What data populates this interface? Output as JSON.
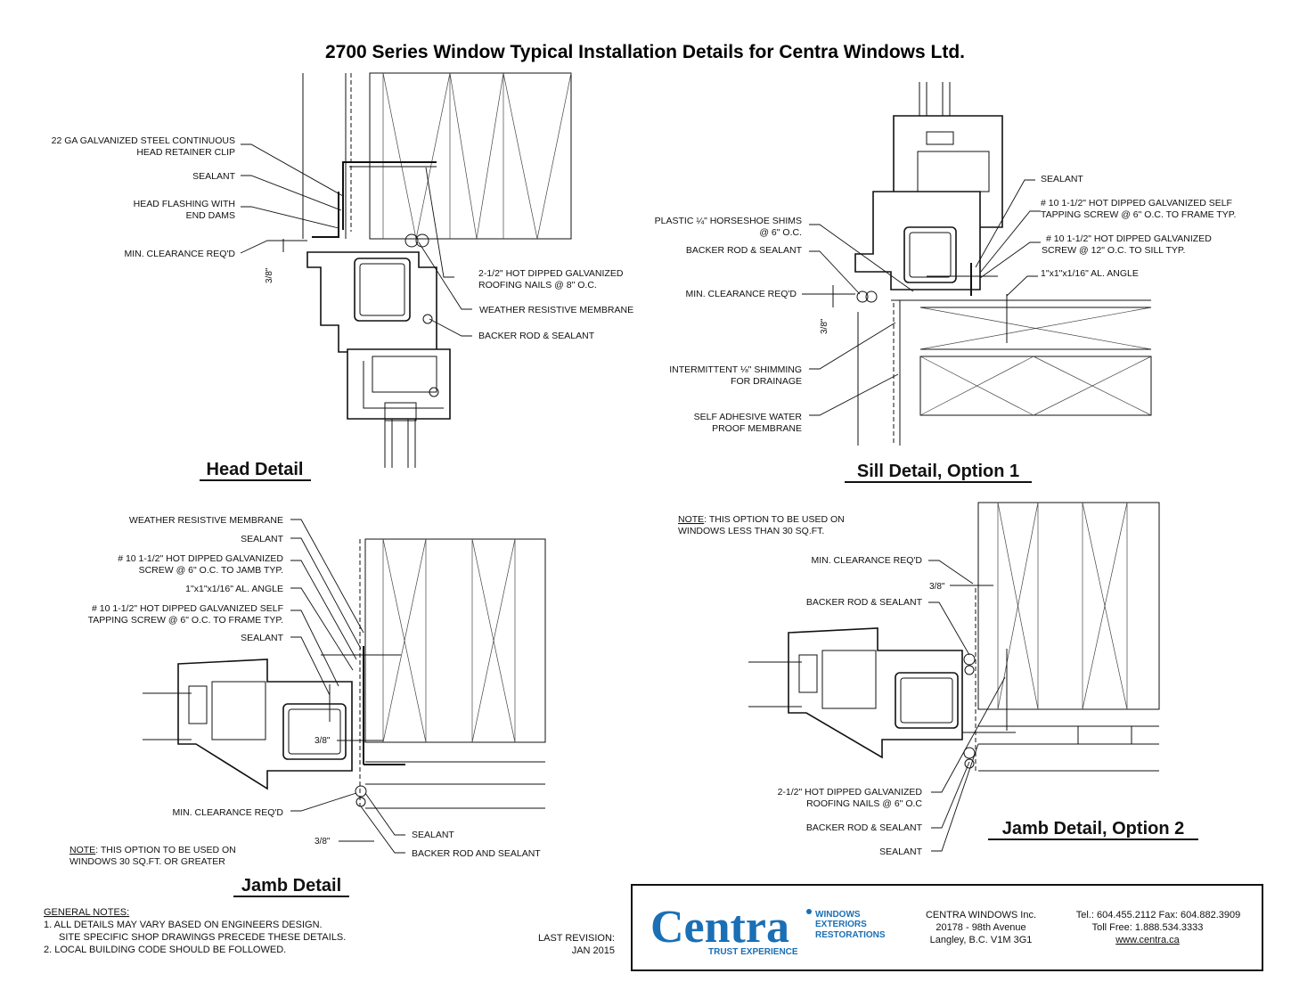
{
  "title": "2700 Series Window Typical Installation Details for Centra Windows Ltd.",
  "head_detail": {
    "heading": "Head Detail",
    "labels": {
      "retainer_clip_1": "22 GA GALVANIZED STEEL CONTINUOUS",
      "retainer_clip_2": "HEAD RETAINER CLIP",
      "sealant": "SEALANT",
      "flashing_1": "HEAD FLASHING WITH",
      "flashing_2": "END DAMS",
      "clearance": "MIN. CLEARANCE REQ'D",
      "nails_1": "2-1/2\" HOT DIPPED GALVANIZED",
      "nails_2": "ROOFING NAILS @ 8\" O.C.",
      "membrane": "WEATHER RESISTIVE MEMBRANE",
      "backer": "BACKER ROD & SEALANT"
    },
    "dim": "3/8\""
  },
  "sill_detail": {
    "heading": "Sill Detail, Option 1",
    "labels": {
      "shims_1": "PLASTIC ¼\" HORSESHOE SHIMS",
      "shims_2": "@ 6\" O.C.",
      "backer": "BACKER ROD & SEALANT",
      "clearance": "MIN. CLEARANCE REQ'D",
      "shimming_1": "INTERMITTENT  ⅛\" SHIMMING",
      "shimming_2": "FOR DRAINAGE",
      "water_1": "SELF ADHESIVE WATER",
      "water_2": "PROOF MEMBRANE",
      "sealant": "SEALANT",
      "screw_self_1": "# 10 1-1/2\"  HOT DIPPED GALVANIZED SELF",
      "screw_self_2": "TAPPING SCREW @ 6\" O.C. TO FRAME TYP.",
      "screw_sill_1": "# 10 1-1/2\" HOT DIPPED GALVANIZED",
      "screw_sill_2": "SCREW @ 12\" O.C. TO SILL TYP.",
      "angle": "1\"x1\"x1/16\" AL. ANGLE"
    },
    "dim": "3/8\""
  },
  "jamb_detail": {
    "heading": "Jamb Detail",
    "labels": {
      "membrane": "WEATHER RESISTIVE MEMBRANE",
      "sealant_1": "SEALANT",
      "screw_jamb_1": "# 10 1-1/2\" HOT DIPPED GALVANIZED",
      "screw_jamb_2": "SCREW @ 6\" O.C. TO JAMB TYP.",
      "angle": "1\"x1\"x1/16\" AL. ANGLE",
      "screw_self_1": "# 10 1-1/2\"  HOT DIPPED GALVANIZED SELF",
      "screw_self_2": "TAPPING SCREW @ 6\" O.C. TO FRAME TYP.",
      "sealant_2": "SEALANT",
      "clearance": "MIN. CLEARANCE REQ'D",
      "sealant_3": "SEALANT",
      "backer": "BACKER ROD AND SEALANT"
    },
    "dim_1": "3/8\"",
    "dim_2": "3/8\"",
    "note_label": "NOTE",
    "note_1": ": THIS OPTION TO BE USED ON",
    "note_2": "WINDOWS 30 SQ.FT. OR GREATER"
  },
  "jamb_detail_2": {
    "heading": "Jamb Detail, Option 2",
    "note_label": "NOTE",
    "note_1": ": THIS OPTION TO BE USED ON",
    "note_2": "WINDOWS LESS THAN 30 SQ.FT.",
    "labels": {
      "clearance": "MIN. CLEARANCE REQ'D",
      "backer_1": "BACKER ROD & SEALANT",
      "nails_1": "2-1/2\" HOT DIPPED GALVANIZED",
      "nails_2": "ROOFING NAILS @ 6\" O.C",
      "backer_2": "BACKER ROD & SEALANT",
      "sealant": "SEALANT"
    },
    "dim": "3/8\""
  },
  "general_notes": {
    "heading": "GENERAL NOTES:",
    "line_1": "1.  ALL DETAILS MAY VARY BASED ON ENGINEERS DESIGN.",
    "line_2": "SITE SPECIFIC SHOP DRAWINGS PRECEDE THESE DETAILS.",
    "line_3": "2.  LOCAL BUILDING CODE SHOULD BE FOLLOWED."
  },
  "revision": {
    "label": "LAST REVISION:",
    "date": "JAN 2015"
  },
  "title_block": {
    "logo": "Centra",
    "logo_side_1": "WINDOWS",
    "logo_side_2": "EXTERIORS",
    "logo_side_3": "RESTORATIONS",
    "tagline": "TRUST EXPERIENCE",
    "company": "CENTRA WINDOWS Inc.",
    "address_1": "20178 - 98th Avenue",
    "address_2": "Langley, B.C. V1M 3G1",
    "tel": "Tel.: 604.455.2112 Fax: 604.882.3909",
    "tollfree": "Toll Free: 1.888.534.3333",
    "web": "www.centra.ca"
  },
  "colors": {
    "ink": "#111111",
    "brand": "#1a6fb5"
  }
}
